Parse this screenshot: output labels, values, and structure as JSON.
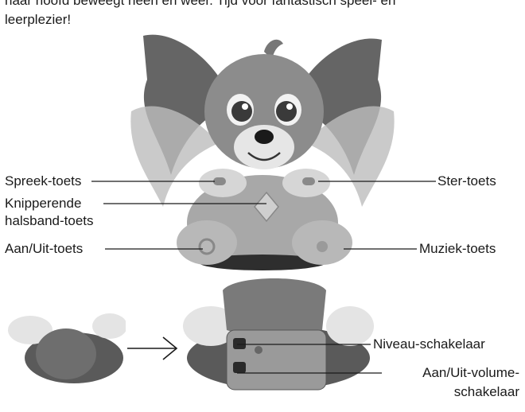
{
  "intro": {
    "line1": "haar hoofd beweegt heen en weer. Tijd voor fantastisch speel- en",
    "line2": "leerplezier!"
  },
  "labels": {
    "spreek": "Spreek-toets",
    "knipperende_1": "Knipperende",
    "knipperende_2": "halsband-toets",
    "aanuit": "Aan/Uit-toets",
    "ster": "Ster-toets",
    "muziek": "Muziek-toets",
    "niveau": "Niveau-schakelaar",
    "volume_1": "Aan/Uit-volume-",
    "volume_2": "schakelaar"
  },
  "colors": {
    "fur": "#8c8c8c",
    "ears_dark": "#3a3a3a",
    "ears_light": "#bdbdbd",
    "muzzle": "#e6e6e6",
    "belly": "#c8c8c8",
    "base": "#2e2e2e",
    "line": "#1a1a1a"
  }
}
